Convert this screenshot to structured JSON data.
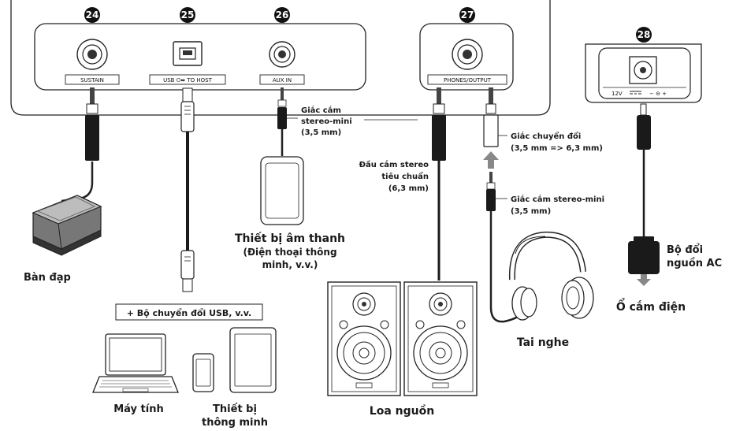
{
  "ports": {
    "p24": {
      "number": "24",
      "label": "SUSTAIN"
    },
    "p25": {
      "number": "25",
      "label": "USB ⭘⬌ TO HOST"
    },
    "p26": {
      "number": "26",
      "label": "AUX IN"
    },
    "p27": {
      "number": "27",
      "label": "PHONES/OUTPUT"
    },
    "p28": {
      "number": "28",
      "voltage": "12V",
      "polarity": "− ⊖ +"
    }
  },
  "labels": {
    "pedal": "Bàn đạp",
    "usb_adapter": "+ Bộ chuyển đổi USB, v.v.",
    "computer": "Máy tính",
    "smart_device_l1": "Thiết bị",
    "smart_device_l2": "thông minh",
    "mini_jack_l1": "Giắc cắm",
    "mini_jack_l2": "stereo-mini",
    "mini_jack_l3": "(3,5 mm)",
    "audio_device_l1": "Thiết bị âm thanh",
    "audio_device_l2": "(Điện thoại thông",
    "audio_device_l3": "minh, v.v.)",
    "std_plug_l1": "Đầu cắm stereo",
    "std_plug_l2": "tiêu chuẩn",
    "std_plug_l3": "(6,3 mm)",
    "speakers": "Loa nguồn",
    "adapter_jack_l1": "Giắc chuyển đổi",
    "adapter_jack_l2": "(3,5 mm => 6,3 mm)",
    "hp_jack_l1": "Giắc cắm stereo-mini",
    "hp_jack_l2": "(3,5 mm)",
    "headphones": "Tai nghe",
    "ac_adapter_l1": "Bộ đổi",
    "ac_adapter_l2": "nguồn AC",
    "outlet": "Ổ cắm điện"
  }
}
